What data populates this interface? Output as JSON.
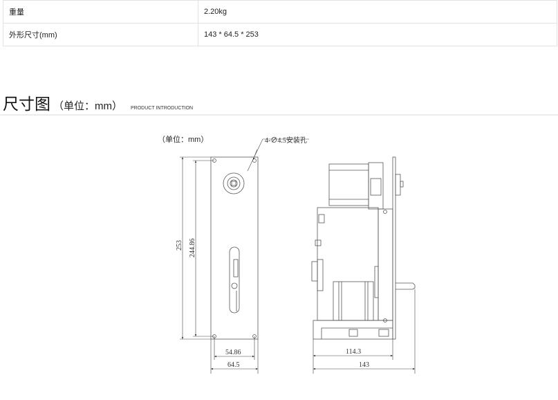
{
  "specs": [
    {
      "label": "重量",
      "value": "2.20kg"
    },
    {
      "label": "外形尺寸(mm)",
      "value": "143 * 64.5 * 253"
    }
  ],
  "section": {
    "title": "尺寸图",
    "unit": "（单位：mm）",
    "subtitle": "PRODUCT INTRODUCTION"
  },
  "drawing": {
    "unit_label": "（单位：mm）",
    "hole_note": "4-∅4.5安装孔",
    "dims": {
      "height_total": "253",
      "height_holes": "244.86",
      "width_holes": "54.86",
      "width_total": "64.5",
      "depth_inner": "114.3",
      "depth_total": "143"
    }
  }
}
